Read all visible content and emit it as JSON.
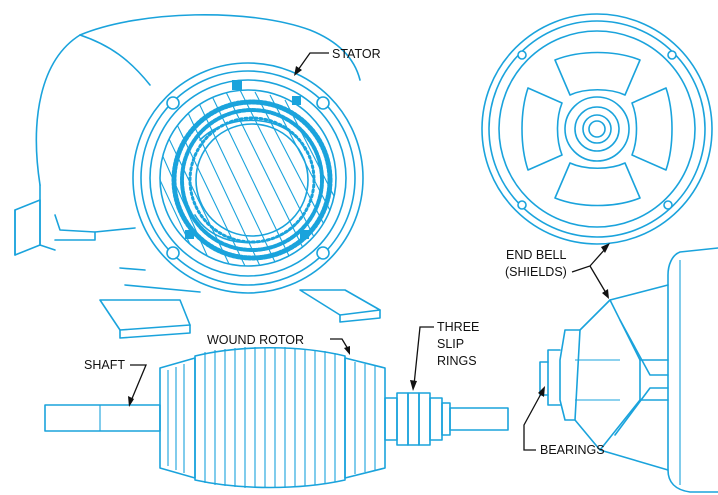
{
  "labels": {
    "stator": "STATOR",
    "end_bell_1": "END BELL",
    "end_bell_2": "(SHIELDS)",
    "wound_rotor": "WOUND ROTOR",
    "three": "THREE",
    "slip": "SLIP",
    "rings": "RINGS",
    "shaft": "SHAFT",
    "bearings": "BEARINGS"
  },
  "colors": {
    "line": "#1aa3dc",
    "label_text": "#111111",
    "background": "#ffffff"
  }
}
